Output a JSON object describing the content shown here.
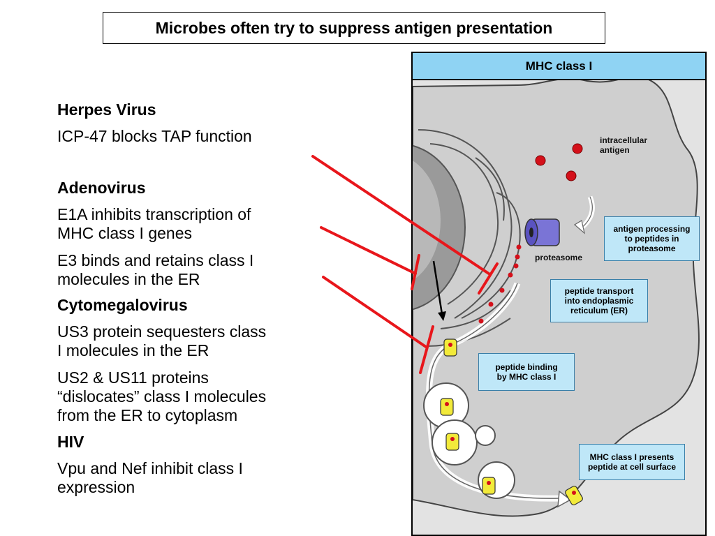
{
  "title": "Microbes often try to suppress antigen presentation",
  "notes": {
    "herpes_heading": "Herpes Virus",
    "herpes_text": "ICP-47 blocks TAP function",
    "adeno_heading": "Adenovirus",
    "adeno_e1a_line1": "E1A inhibits transcription of",
    "adeno_e1a_line2": "MHC class I genes",
    "adeno_e3_line1": "E3 binds and retains class I",
    "adeno_e3_line2": "molecules in the ER",
    "cmv_heading": "Cytomegalovirus",
    "cmv_us3_line1": "US3 protein sequesters class",
    "cmv_us3_line2": "I molecules in the ER",
    "cmv_us2_line1": "US2 & US11 proteins",
    "cmv_us2_line2": "“dislocates” class I molecules",
    "cmv_us2_line3": "from the ER to cytoplasm",
    "hiv_heading": "HIV",
    "hiv_line1": "Vpu and Nef inhibit class I",
    "hiv_line2": "expression"
  },
  "figure": {
    "header": "MHC class I",
    "label_antigen_line1": "intracellular",
    "label_antigen_line2": "antigen",
    "label_proteasome": "proteasome",
    "callout_processing": [
      "antigen processing",
      "to peptides in",
      "proteasome"
    ],
    "callout_transport": [
      "peptide transport",
      "into endoplasmic",
      "reticulum (ER)"
    ],
    "callout_binding": [
      "peptide binding",
      "by MHC class I"
    ],
    "callout_presents": [
      "MHC class I presents",
      "peptide at cell surface"
    ]
  },
  "colors": {
    "inhibition_red": "#e8161b",
    "panel_header_blue": "#8fd3f3",
    "callout_blue": "#bfe7f8",
    "antigen_red": "#d4101a",
    "mhc_yellow": "#f2ea3a",
    "proteasome_purple": "#7a74d6"
  }
}
